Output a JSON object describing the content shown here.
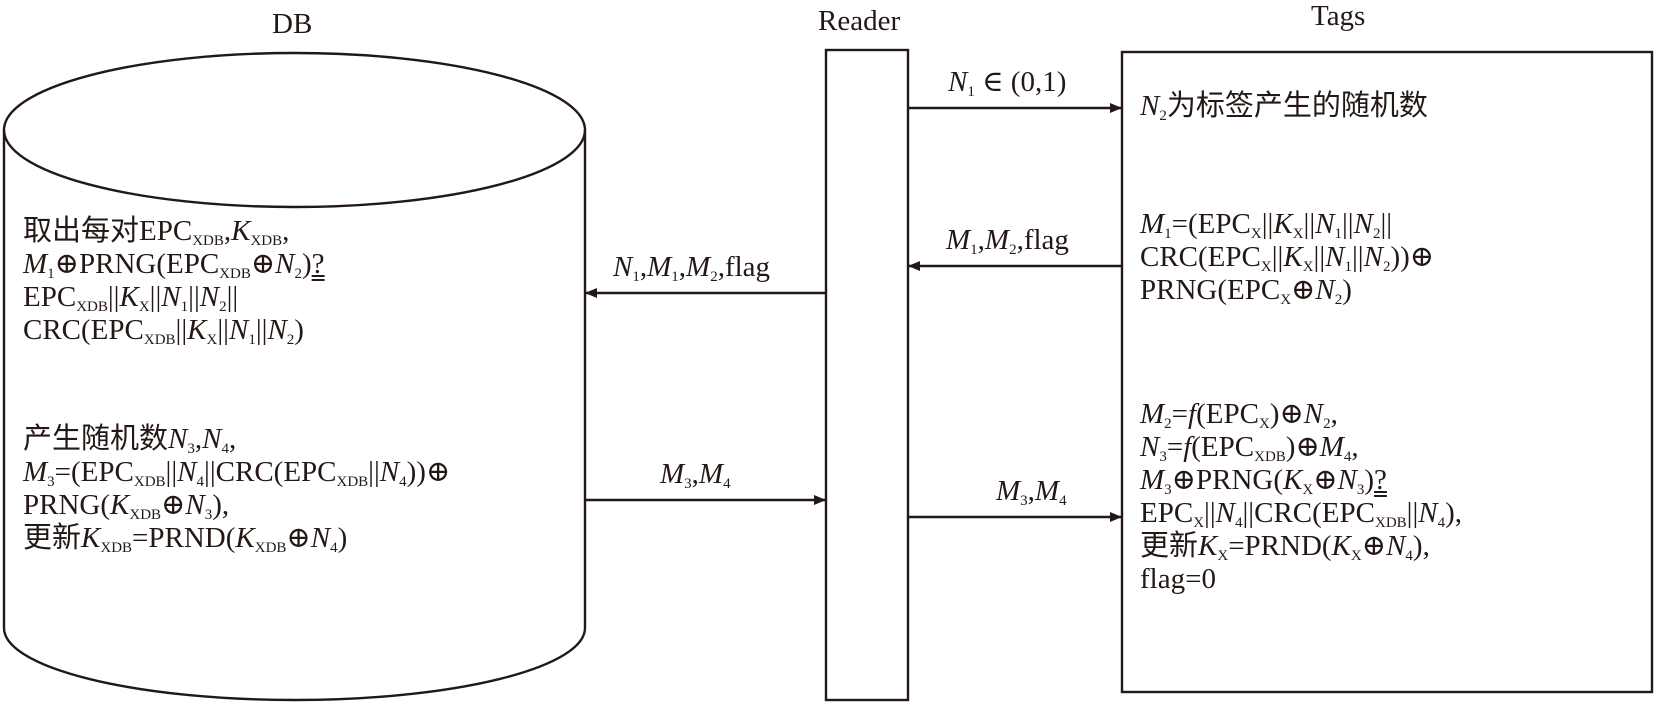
{
  "entities": {
    "db": "DB",
    "reader": "Reader",
    "tags": "Tags"
  },
  "messages": [
    {
      "id": "n1-range",
      "from": "Reader",
      "to": "Tags",
      "label_html": "<i>N</i><sub>1</sub> ∈ (0,1)"
    },
    {
      "id": "m1-m2-flag",
      "from": "Tags",
      "to": "Reader",
      "label_html": "<i>M</i><sub>1</sub>,<i>M</i><sub>2</sub>,flag"
    },
    {
      "id": "n1-m1-m2-flag",
      "from": "Reader",
      "to": "DB",
      "label_html": "<i>N</i><sub>1</sub>,<i>M</i><sub>1</sub>,<i>M</i><sub>2</sub>,flag"
    },
    {
      "id": "m3-m4-db",
      "from": "DB",
      "to": "Reader",
      "label_html": "<i>M</i><sub>3</sub>,<i>M</i><sub>4</sub>"
    },
    {
      "id": "m3-m4-tags",
      "from": "Reader",
      "to": "Tags",
      "label_html": "<i>M</i><sub>3</sub>,<i>M</i><sub>4</sub>"
    }
  ],
  "db_text": {
    "block1": [
      "取出每对EPC<sub>XDB</sub>,<i>K</i><sub>XDB</sub>,",
      "<i>M</i><sub>1</sub>⊕PRNG(EPC<sub>XDB</sub>⊕<i>N</i><sub>2</sub>)<span class=\"q\">?</span>",
      "EPC<sub>XDB</sub>||<i>K</i><sub>X</sub>||<i>N</i><sub>1</sub>||<i>N</i><sub>2</sub>||",
      "CRC(EPC<sub>XDB</sub>||<i>K</i><sub>X</sub>||<i>N</i><sub>1</sub>||<i>N</i><sub>2</sub>)"
    ],
    "block2": [
      "产生随机数<i>N</i><sub>3</sub>,<i>N</i><sub>4</sub>,",
      "<i>M</i><sub>3</sub>=(EPC<sub>XDB</sub>||<i>N</i><sub>4</sub>||CRC(EPC<sub>XDB</sub>||<i>N</i><sub>4</sub>))⊕",
      "PRNG(<i>K</i><sub>XDB</sub>⊕<i>N</i><sub>3</sub>),",
      "更新<i>K</i><sub>XDB</sub>=PRND(<i>K</i><sub>XDB</sub>⊕<i>N</i><sub>4</sub>)"
    ]
  },
  "tags_text": {
    "block1": [
      "<i>N</i><sub>2</sub>为标签产生的随机数"
    ],
    "block2": [
      "<i>M</i><sub>1</sub>=(EPC<sub>X</sub>||<i>K</i><sub>X</sub>||<i>N</i><sub>1</sub>||<i>N</i><sub>2</sub>||",
      "CRC(EPC<sub>X</sub>||<i>K</i><sub>X</sub>||<i>N</i><sub>1</sub>||<i>N</i><sub>2</sub>))⊕",
      "PRNG(EPC<sub>X</sub>⊕<i>N</i><sub>2</sub>)"
    ],
    "block3": [
      "<i>M</i><sub>2</sub>=<i>f</i>(EPC<sub>X</sub>)⊕<i>N</i><sub>2</sub>,",
      "<i>N</i><sub>3</sub>=<i>f</i>(EPC<sub>XDB</sub>)⊕<i>M</i><sub>4</sub>,",
      "<i>M</i><sub>3</sub>⊕PRNG(<i>K</i><sub>X</sub>⊕<i>N</i><sub>3</sub>)<span class=\"q\">?</span>",
      "EPC<sub>X</sub>||<i>N</i><sub>4</sub>||CRC(EPC<sub>XDB</sub>||<i>N</i><sub>4</sub>),",
      "更新<i>K</i><sub>X</sub>=PRND(<i>K</i><sub>X</sub>⊕<i>N</i><sub>4</sub>),",
      "flag=0"
    ]
  },
  "colors": {
    "stroke": "#231815",
    "background": "#ffffff"
  }
}
